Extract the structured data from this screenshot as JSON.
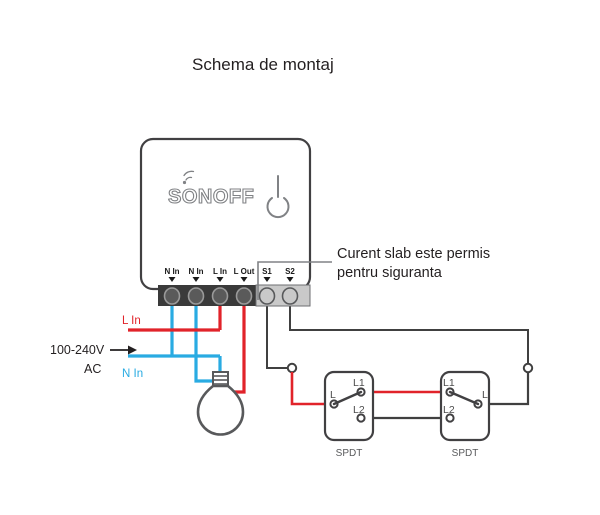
{
  "title": "Schema de montaj",
  "device": {
    "brand": "SONOFF",
    "logo_name": "sonoff-logo",
    "button_icon": "power-button-icon",
    "terminals": [
      {
        "id": "n-in-1",
        "label": "N In",
        "wire_color": "#29abe2",
        "marker": "arrow-down-icon"
      },
      {
        "id": "n-in-2",
        "label": "N In",
        "wire_color": "#29abe2",
        "marker": "arrow-down-icon"
      },
      {
        "id": "l-in",
        "label": "L In",
        "wire_color": "#e1232a",
        "marker": "arrow-down-icon"
      },
      {
        "id": "l-out",
        "label": "L Out",
        "wire_color": "#e1232a",
        "marker": "arrow-down-icon"
      },
      {
        "id": "s1",
        "label": "S1",
        "wire_color": "#404040",
        "marker": "arrow-down-icon"
      },
      {
        "id": "s2",
        "label": "S2",
        "wire_color": "#404040",
        "marker": "arrow-down-icon"
      }
    ]
  },
  "annotation": {
    "line1": "Curent slab este permis",
    "line2": "pentru siguranta"
  },
  "supply": {
    "voltage": "100-240V",
    "current_type": "AC",
    "arrow": "arrow-right-icon",
    "live_label": "L In",
    "neutral_label": "N In"
  },
  "lamp": {
    "name": "light-bulb"
  },
  "switches": [
    {
      "name": "spdt-switch-left",
      "caption": "SPDT",
      "common_label": "L",
      "throw1_label": "L1",
      "throw2_label": "L2",
      "common_side": "left",
      "position": "L1"
    },
    {
      "name": "spdt-switch-right",
      "caption": "SPDT",
      "common_label": "L",
      "throw1_label": "L1",
      "throw2_label": "L2",
      "common_side": "right",
      "position": "L1"
    }
  ],
  "colors": {
    "live": "#e1232a",
    "neutral": "#29abe2",
    "signal": "#404040",
    "outline": "#414042",
    "terminal_block": "#3a3a3a",
    "terminal_block_light": "#c9c9c9",
    "text": "#231f20"
  }
}
